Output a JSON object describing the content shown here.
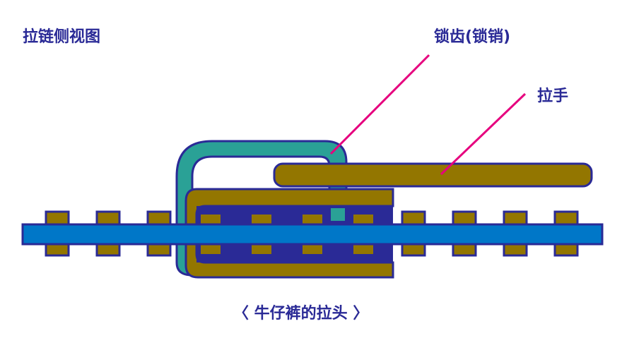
{
  "title": "拉链侧视图",
  "labels": {
    "teeth": "锁齿(锁销)",
    "pull_tab": "拉手",
    "caption": "〈 牛仔裤的拉头 〉"
  },
  "colors": {
    "navy": "#2a2a96",
    "olive": "#937600",
    "teal": "#2aa196",
    "tape": "#0077c8",
    "pointer": "#e6007e"
  }
}
